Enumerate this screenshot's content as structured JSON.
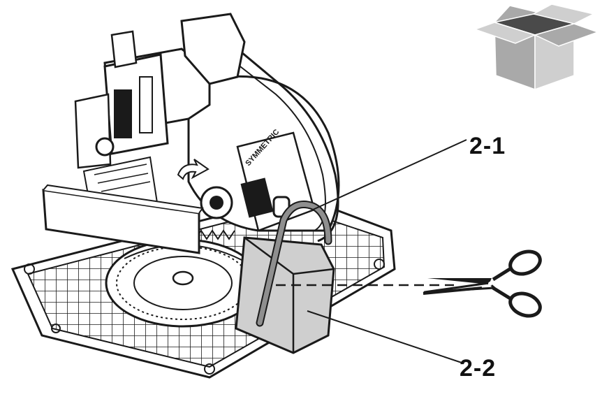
{
  "callouts": [
    {
      "id": "2-1",
      "label": "2-1"
    },
    {
      "id": "2-2",
      "label": "2-2"
    }
  ],
  "stamps": {
    "brand": "SYMMETRIC"
  },
  "icons": {
    "box": "open-box-icon",
    "scissors": "scissors-icon"
  },
  "colors": {
    "line": "#1a1a1a",
    "strap": "#8f8f8f",
    "block": "#cfcfcf",
    "box_light": "#cfcfcf",
    "box_mid": "#a9a9a9",
    "box_dark": "#4a4a4a"
  }
}
